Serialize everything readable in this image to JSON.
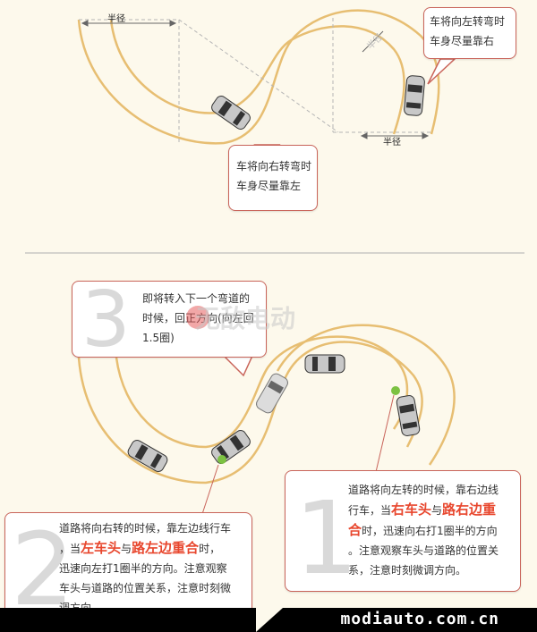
{
  "top_diagram": {
    "radius_label_left": "半径",
    "radius_label_right": "半径",
    "diagonal_label": "半径",
    "bubble_top_right": [
      "车将向左转弯时",
      "车身尽量靠右"
    ],
    "bubble_bottom_center": [
      "车将向右转弯时",
      "车身尽量靠左"
    ]
  },
  "bottom_diagram": {
    "step3": {
      "number": "3",
      "lines": [
        "即将转入下一个弯道的",
        "时候，回正方向(向左回",
        "1.5圈)"
      ]
    },
    "step2": {
      "number": "2",
      "line1": "道路将向右转的时候，靠左边线行车",
      "line2_pre": "，当",
      "line2_red1": "左车头",
      "line2_mid": "与",
      "line2_red2": "路左边重合",
      "line2_post": "时，",
      "line3": "迅速向左打1圈半的方向。注意观察",
      "line4": "车头与道路的位置关系，注意时刻微",
      "line5": "调方向。"
    },
    "step1": {
      "number": "1",
      "line1": "道路将向左转的时候，靠右边线",
      "line2_pre": "行车，当",
      "line2_red1": "右车头",
      "line2_mid": "与",
      "line2_red2": "路右边重",
      "line3_red": "合",
      "line3_post": "时，迅速向右打1圈半的方向",
      "line4": "。注意观察车头与道路的位置关",
      "line5": "系，注意时刻微调方向。"
    }
  },
  "watermark": "无敌电动",
  "footer": "modiauto.com.cn",
  "colors": {
    "background": "#fdf9ec",
    "road_edge": "#e7be72",
    "bubble_border": "#c9645a",
    "highlight_red": "#e8472e",
    "marker_green": "#7cc242"
  }
}
